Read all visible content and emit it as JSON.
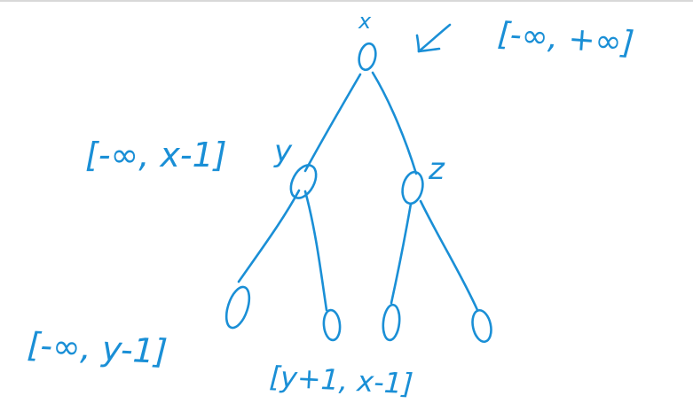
{
  "ink_color": "#1a8fd6",
  "labels": {
    "root_var": "x",
    "left_var": "y",
    "right_var": "z",
    "root_range": "[-∞, +∞]",
    "left_range": "[-∞, x-1]",
    "leftleft_range": "[-∞, y-1]",
    "leftright_range": "[y+1, x-1]"
  },
  "arrow_icon": "arrow-down-left-icon"
}
